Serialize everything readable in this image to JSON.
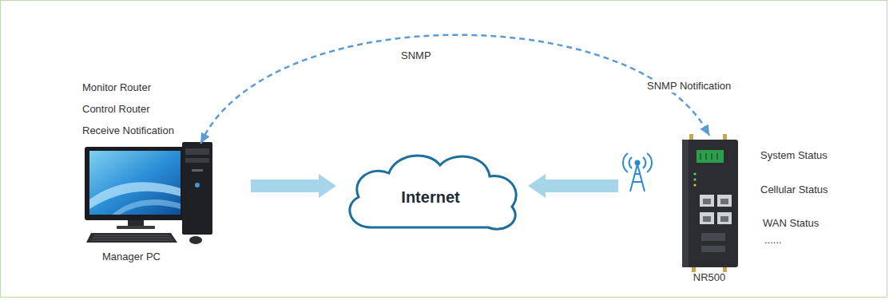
{
  "diagram": {
    "nodes": [
      {
        "text": [
          "Manager PC"
        ]
      },
      {
        "text": [
          "Internet"
        ]
      },
      {
        "text": [
          "NR500"
        ]
      }
    ],
    "edges": [
      {
        "from": 0,
        "to": 1,
        "arrow": "to"
      },
      {
        "from": 2,
        "to": 1,
        "arrow": "to"
      },
      {
        "from": 0,
        "to": 2,
        "arrow": "both",
        "label": "SNMP"
      }
    ],
    "labels": [
      "Monitor Router",
      "Control Router",
      "Receive Notification",
      "SNMP Notification",
      "System Status",
      "Cellular Status",
      "WAN Status",
      "......"
    ]
  }
}
